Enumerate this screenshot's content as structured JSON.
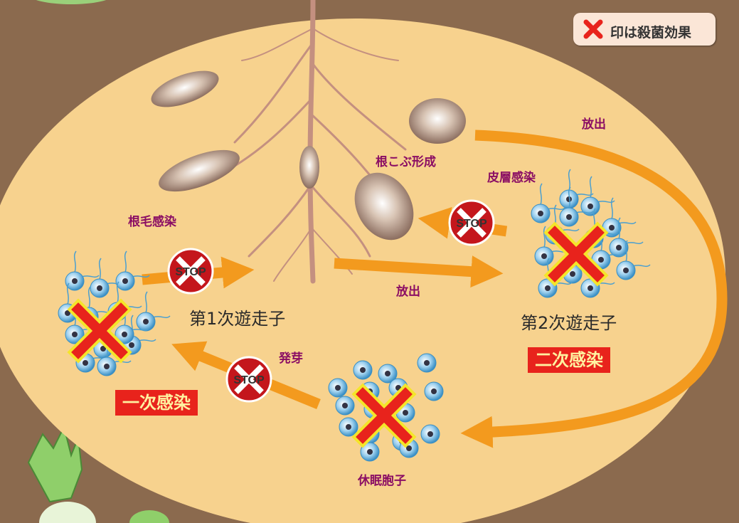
{
  "legend": {
    "mark_icon": "red-x-mark",
    "text": "印は殺菌効果"
  },
  "labels": {
    "root_hair_infection": "根毛感染",
    "club_formation": "根こぶ形成",
    "cortical_infection": "皮層感染",
    "release_top": "放出",
    "release_middle": "放出",
    "germination": "発芽",
    "resting_spore": "休眠胞子",
    "primary_zoospore": "第1次遊走子",
    "secondary_zoospore": "第2次遊走子",
    "primary_infection": "一次感染",
    "secondary_infection": "二次感染"
  },
  "stop_sign_text": "STOP",
  "colors": {
    "soil": "#8b6a4e",
    "field": "#f7d28e",
    "arrow": "#f39a1e",
    "root": "#c49080",
    "cross": "#e8231c",
    "label_purple": "#8b0e64",
    "spore": "#4a9fd0"
  }
}
